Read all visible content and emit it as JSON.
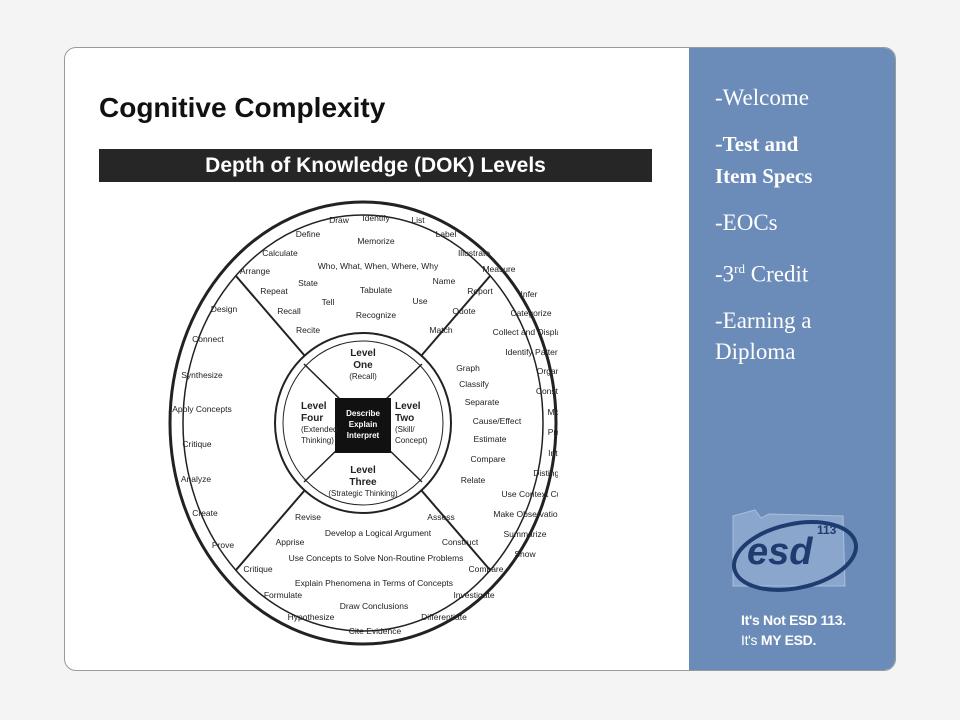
{
  "slide": {
    "title": "Cognitive Complexity",
    "banner": "Depth of Knowledge (DOK) Levels"
  },
  "wheel": {
    "center": [
      "Describe",
      "Explain",
      "Interpret"
    ],
    "levels": {
      "one": {
        "title1": "Level",
        "title2": "One",
        "sub": "(Recall)"
      },
      "two": {
        "title1": "Level",
        "title2": "Two",
        "sub1": "(Skill/",
        "sub2": "Concept)"
      },
      "three": {
        "title1": "Level",
        "title2": "Three",
        "sub": "(Strategic Thinking)"
      },
      "four": {
        "title1": "Level",
        "title2": "Four",
        "sub1": "(Extended",
        "sub2": "Thinking)"
      }
    },
    "recall_words": [
      "Draw",
      "Identify",
      "List",
      "Define",
      "Label",
      "Memorize",
      "Calculate",
      "Illustrate",
      "Who, What, When, Where, Why",
      "Arrange",
      "Measure",
      "Name",
      "State",
      "Repeat",
      "Report",
      "Tabulate",
      "Tell",
      "Use",
      "Recall",
      "Quote",
      "Recognize",
      "Recite",
      "Match"
    ],
    "skill_words": [
      "Infer",
      "Categorize",
      "Collect and Display",
      "Identify Patterns",
      "Graph",
      "Organize",
      "Classify",
      "Construct",
      "Separate",
      "Modify",
      "Cause/Effect",
      "Predict",
      "Estimate",
      "Interpret",
      "Compare",
      "Distinguish",
      "Relate",
      "Use Context Cues",
      "Make Observations",
      "Summarize",
      "Show"
    ],
    "strategic_words": [
      "Revise",
      "Assess",
      "Develop a Logical Argument",
      "Apprise",
      "Construct",
      "Use Concepts to Solve Non-Routine Problems",
      "Critique",
      "Compare",
      "Explain Phenomena in Terms of Concepts",
      "Formulate",
      "Investigate",
      "Draw Conclusions",
      "Hypothesize",
      "Differentiate",
      "Cite Evidence"
    ],
    "extended_words": [
      "Design",
      "Connect",
      "Synthesize",
      "Apply Concepts",
      "Critique",
      "Analyze",
      "Create",
      "Prove"
    ]
  },
  "sidebar": {
    "welcome": "-Welcome",
    "specs_prefix": "-",
    "specs_line1": "Test and",
    "specs_line2": "Item Specs",
    "eocs": "-EOCs",
    "credit_pre": "-3",
    "credit_sup": "rd",
    "credit_post": " Credit",
    "earning1": "-Earning a",
    "earning2": "Diploma",
    "logo_text": "esd",
    "logo_num": "113",
    "tagline1": "It's Not ESD 113.",
    "tagline2_pre": "It's ",
    "tagline2_bold": "MY ESD."
  },
  "colors": {
    "sidebar": "#6b8cb8",
    "banner": "#262626",
    "logo_dark": "#1f3c70"
  }
}
